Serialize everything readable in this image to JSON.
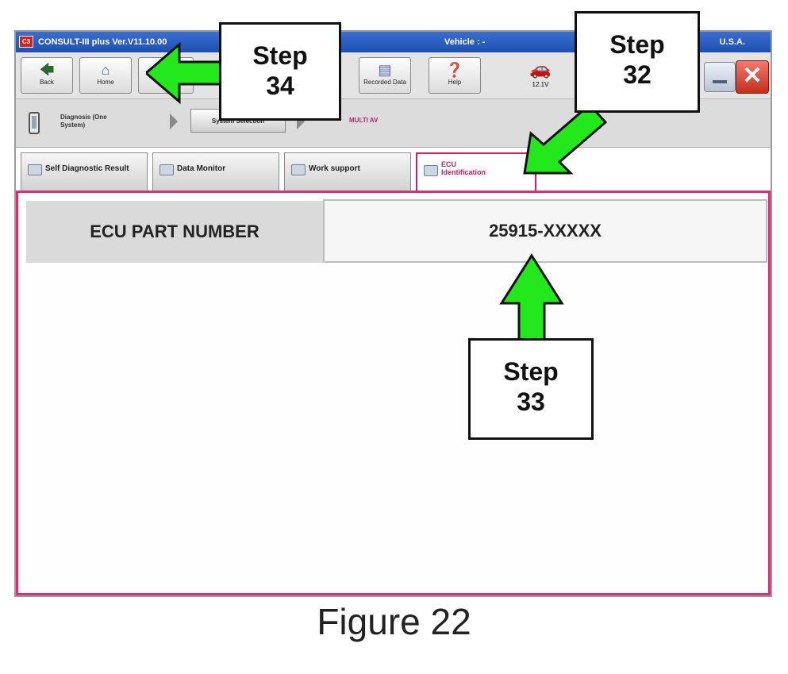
{
  "titlebar": {
    "logo": "C3",
    "app_title": "CONSULT-III plus  Ver.V11.10.00",
    "vehicle": "Vehicle : -",
    "region": "U.S.A."
  },
  "toolbar": {
    "back_label": "Back",
    "home_label": "Home",
    "recorded_data_label": "Recorded Data",
    "help_label": "Help",
    "voltage": "12.1V"
  },
  "breadcrumb": {
    "item1": "Diagnosis (One System)",
    "item2": "System Selection",
    "item3": "MULTI AV"
  },
  "tabs": [
    {
      "label": "Self Diagnostic Result"
    },
    {
      "label": "Data Monitor"
    },
    {
      "label": "Work support"
    },
    {
      "label_line1": "ECU",
      "label_line2": "Identification"
    }
  ],
  "ecu": {
    "label": "ECU PART NUMBER",
    "value": "25915-XXXXX"
  },
  "callouts": {
    "step34": {
      "line1": "Step",
      "line2": "34"
    },
    "step32": {
      "line1": "Step",
      "line2": "32"
    },
    "step33": {
      "line1": "Step",
      "line2": "33"
    }
  },
  "caption": "Figure 22",
  "colors": {
    "arrow_fill": "#22e81c",
    "tab_active": "#d0215f",
    "title_bar": "#1e4fae"
  }
}
